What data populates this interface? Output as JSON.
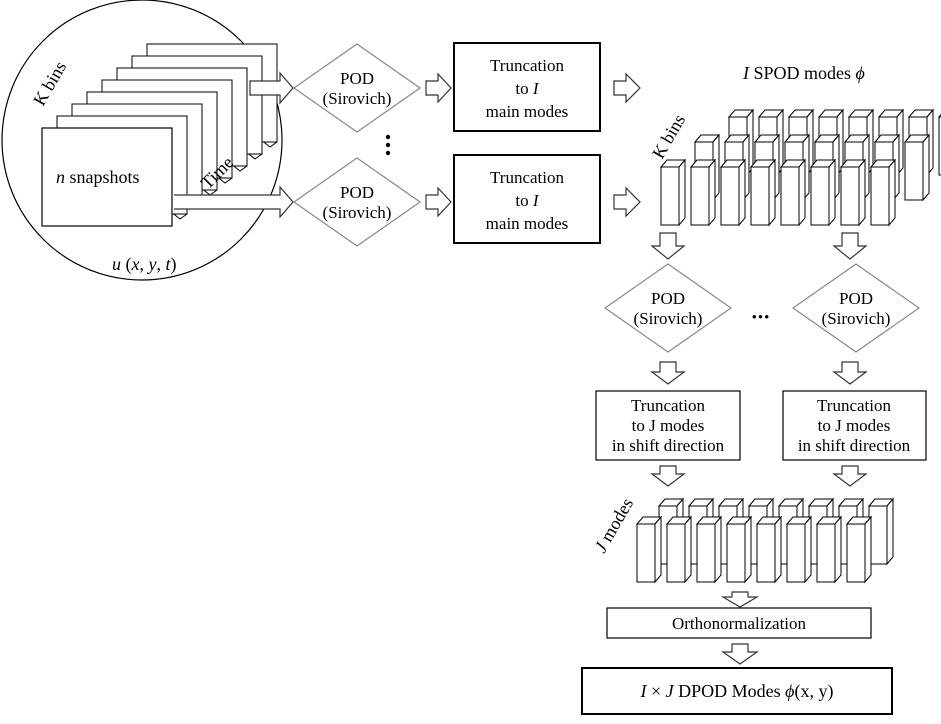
{
  "input": {
    "k_bins_label": "K bins",
    "snapshots_var": "n",
    "snapshots_word": " snapshots",
    "time_label": "Time",
    "field_u": "u",
    "field_args_open": " (",
    "field_x": "x",
    "field_sep1": ", ",
    "field_y": "y",
    "field_sep2": ", ",
    "field_t": "t",
    "field_close": ")"
  },
  "pod_stage1": {
    "line1": "POD",
    "line2": "(Sirovich)"
  },
  "trunc_stage1": {
    "line1": "Truncation",
    "line2_pre": "to ",
    "line2_var": "I",
    "line3": "main modes"
  },
  "spod_block": {
    "label_var": "I",
    "label_text": " SPOD modes ",
    "label_sym": "ϕ",
    "k_bins_label": "K bins"
  },
  "pod_stage2": {
    "line1": "POD",
    "line2": "(Sirovich)"
  },
  "trunc_stage2": {
    "line1": "Truncation",
    "line2": "to J modes",
    "line3": "in shift direction"
  },
  "j_block": {
    "label_var": "J",
    "label_text": " modes"
  },
  "ortho": {
    "label": "Orthonormalization"
  },
  "final": {
    "var_i": "I",
    "times": " × ",
    "var_j": "J",
    "text": " DPOD Modes ",
    "sym": "ϕ",
    "args": "(x, y)"
  },
  "ellipsis": "•••",
  "colors": {
    "stroke": "#000000",
    "fill": "#ffffff",
    "diamond_stroke": "#888888",
    "arrow_stroke": "#333333"
  }
}
